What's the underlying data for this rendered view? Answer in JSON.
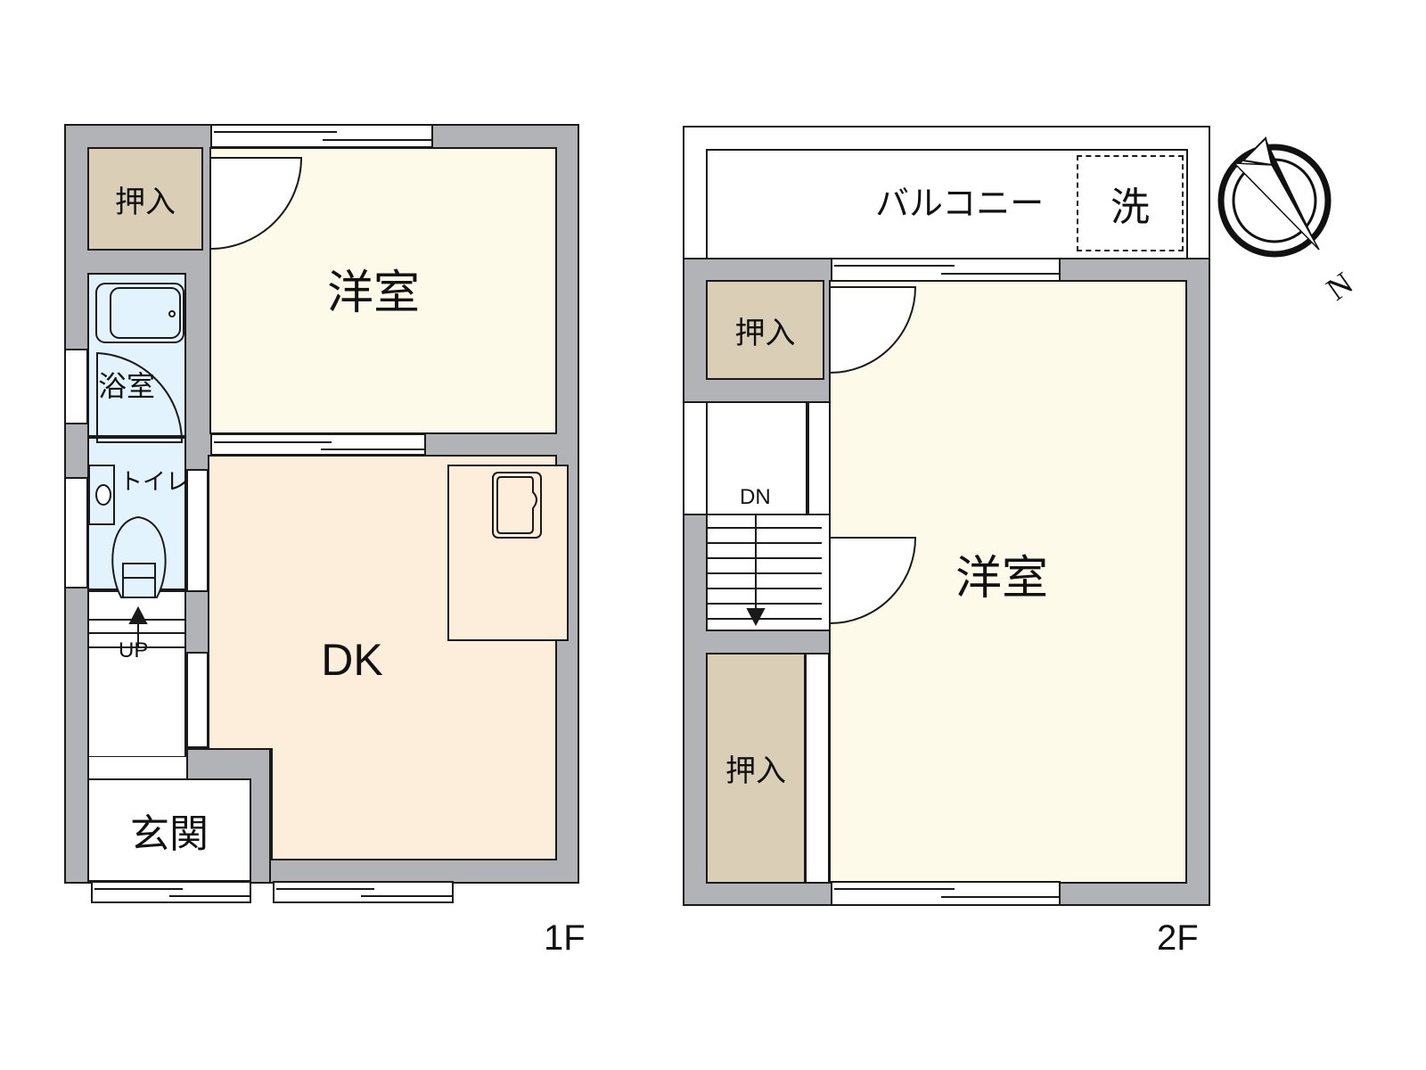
{
  "floors": [
    {
      "id": "1F",
      "label": "1F",
      "rooms": {
        "closet": "押入",
        "western_room": "洋室",
        "bathroom": "浴室",
        "toilet": "トイレ",
        "dining_kitchen": "DK",
        "entrance": "玄関",
        "stairs_direction": "UP"
      }
    },
    {
      "id": "2F",
      "label": "2F",
      "rooms": {
        "balcony": "バルコニー",
        "laundry": "洗",
        "closet_top": "押入",
        "closet_bottom": "押入",
        "western_room": "洋室",
        "stairs_direction": "DN"
      }
    }
  ],
  "compass": {
    "north_label": "N"
  },
  "colors": {
    "wall": "#b2b3b6",
    "closet": "#dacfb6",
    "western_room": "#fefae9",
    "dining_kitchen": "#fdeedb",
    "wet_area": "#e2f3fd"
  }
}
